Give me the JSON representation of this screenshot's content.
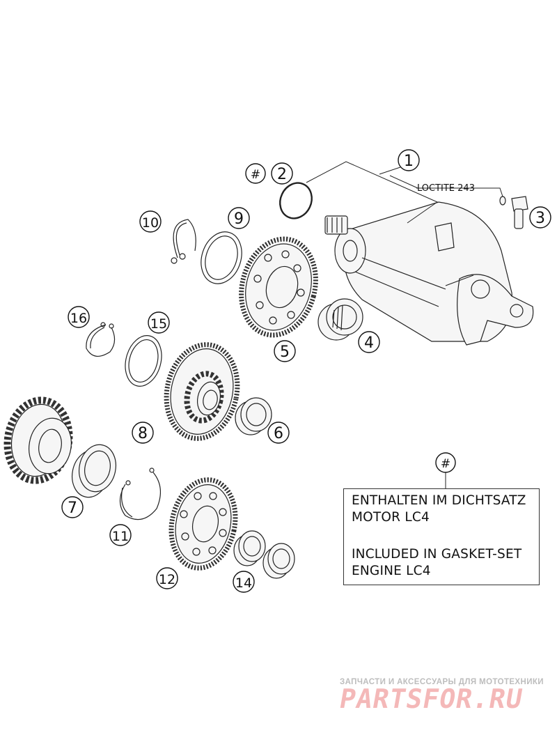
{
  "callouts": [
    {
      "id": "1",
      "label": "1"
    },
    {
      "id": "2",
      "label": "2"
    },
    {
      "id": "hash-top",
      "label": "#"
    },
    {
      "id": "3",
      "label": "3"
    },
    {
      "id": "4",
      "label": "4"
    },
    {
      "id": "5",
      "label": "5"
    },
    {
      "id": "6",
      "label": "6"
    },
    {
      "id": "7",
      "label": "7"
    },
    {
      "id": "8",
      "label": "8"
    },
    {
      "id": "9",
      "label": "9"
    },
    {
      "id": "10",
      "label": "10"
    },
    {
      "id": "11",
      "label": "11"
    },
    {
      "id": "12",
      "label": "12"
    },
    {
      "id": "14",
      "label": "14"
    },
    {
      "id": "15",
      "label": "15"
    },
    {
      "id": "16",
      "label": "16"
    },
    {
      "id": "hash-note",
      "label": "#"
    }
  ],
  "loctite_label": "LOCTITE 243",
  "note": {
    "line1": "ENTHALTEN IM DICHTSATZ",
    "line2": "MOTOR LC4",
    "line3": "INCLUDED IN GASKET-SET",
    "line4": "ENGINE LC4"
  },
  "watermark": {
    "caption": "ЗАПЧАСТИ И АКСЕССУАРЫ ДЛЯ МОТОТЕХНИКИ",
    "brand": "PARTSFOR.RU"
  },
  "colors": {
    "line": "#222222",
    "watermark_brand": "#f4b8b8",
    "watermark_caption": "#bdbdbd"
  }
}
